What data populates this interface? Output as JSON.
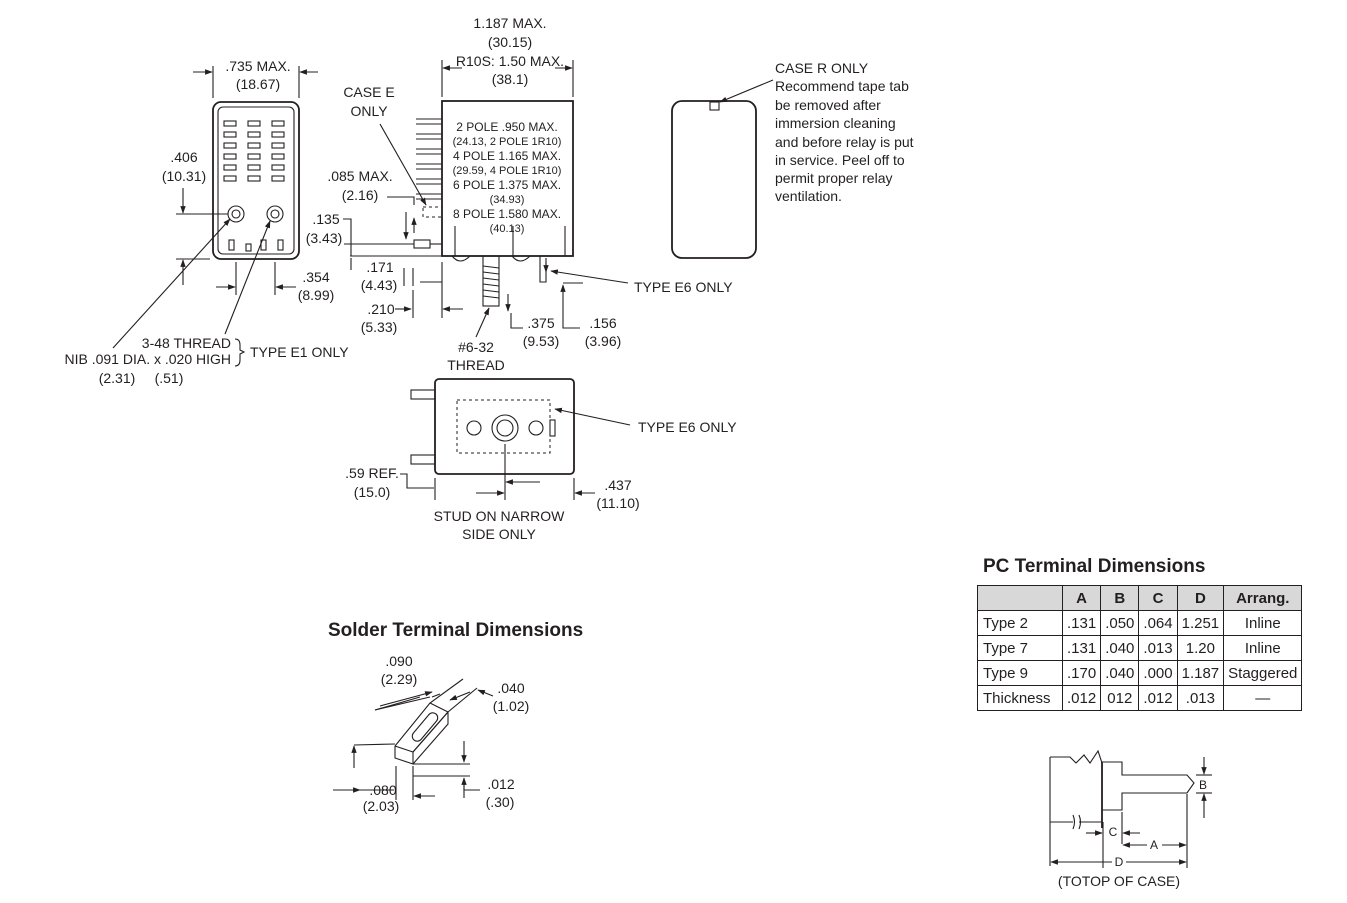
{
  "main_view": {
    "width_dim": ".735 MAX.",
    "width_dim_mm": "(18.67)",
    "dim_406": ".406",
    "dim_406_mm": "(10.31)",
    "dim_354": ".354",
    "dim_354_mm": "(8.99)",
    "thread_label": "3-48 THREAD",
    "nib_label": "NIB .091 DIA. x .020 HIGH",
    "nib_mm_dia": "(2.31)",
    "nib_mm_high": "(.51)",
    "type_e1": "TYPE E1 ONLY"
  },
  "side_view": {
    "height_dim": "1.187 MAX.",
    "height_dim_mm": "(30.15)",
    "r10s": "R10S: 1.50 MAX.",
    "r10s_mm": "(38.1)",
    "case_e": "CASE E",
    "case_e_only": "ONLY",
    "dim_085": ".085 MAX.",
    "dim_085_mm": "(2.16)",
    "dim_135": ".135",
    "dim_135_mm": "(3.43)",
    "dim_171": ".171",
    "dim_171_mm": "(4.43)",
    "dim_210": ".210",
    "dim_210_mm": "(5.33)",
    "dim_375": ".375",
    "dim_375_mm": "(9.53)",
    "dim_156": ".156",
    "dim_156_mm": "(3.96)",
    "thread_632": "#6-32",
    "thread_word": "THREAD",
    "type_e6": "TYPE E6 ONLY",
    "poles": [
      "2 POLE .950 MAX.",
      "(24.13, 2 POLE 1R10)",
      "4 POLE 1.165 MAX.",
      "(29.59, 4 POLE 1R10)",
      "6 POLE 1.375 MAX.",
      "(34.93)",
      "8 POLE 1.580 MAX.",
      "(40.13)"
    ]
  },
  "case_r": {
    "lines": [
      "CASE R ONLY",
      "Recommend tape tab",
      "be removed after",
      "immersion cleaning",
      "and before relay is put",
      "in service.  Peel off to",
      "permit proper relay",
      "ventilation."
    ]
  },
  "bottom_view": {
    "type_e6": "TYPE E6 ONLY",
    "ref_59": ".59 REF.",
    "ref_59_mm": "(15.0)",
    "dim_437": ".437",
    "dim_437_mm": "(11.10)",
    "stud_line1": "STUD ON NARROW",
    "stud_line2": "SIDE ONLY"
  },
  "solder": {
    "heading": "Solder Terminal Dimensions",
    "dim_090": ".090",
    "dim_090_mm": "(2.29)",
    "dim_040": ".040",
    "dim_040_mm": "(1.02)",
    "dim_080": ".080",
    "dim_080_mm": "(2.03)",
    "dim_012": ".012",
    "dim_012_mm": "(.30)"
  },
  "pc_terminal": {
    "heading": "PC Terminal Dimensions",
    "columns": [
      "",
      "A",
      "B",
      "C",
      "D",
      "Arrang."
    ],
    "rows": [
      [
        "Type 2",
        ".131",
        ".050",
        ".064",
        "1.251",
        "Inline"
      ],
      [
        "Type 7",
        ".131",
        ".040",
        ".013",
        "1.20",
        "Inline"
      ],
      [
        "Type 9",
        ".170",
        ".040",
        ".000",
        "1.187",
        "Staggered"
      ],
      [
        "Thickness",
        ".012",
        "012",
        ".012",
        ".013",
        "—"
      ]
    ],
    "diagram": {
      "label_b": "B",
      "label_c": "C",
      "label_a": "A",
      "label_d": "D",
      "caption": "(TOTOP OF CASE)"
    }
  }
}
